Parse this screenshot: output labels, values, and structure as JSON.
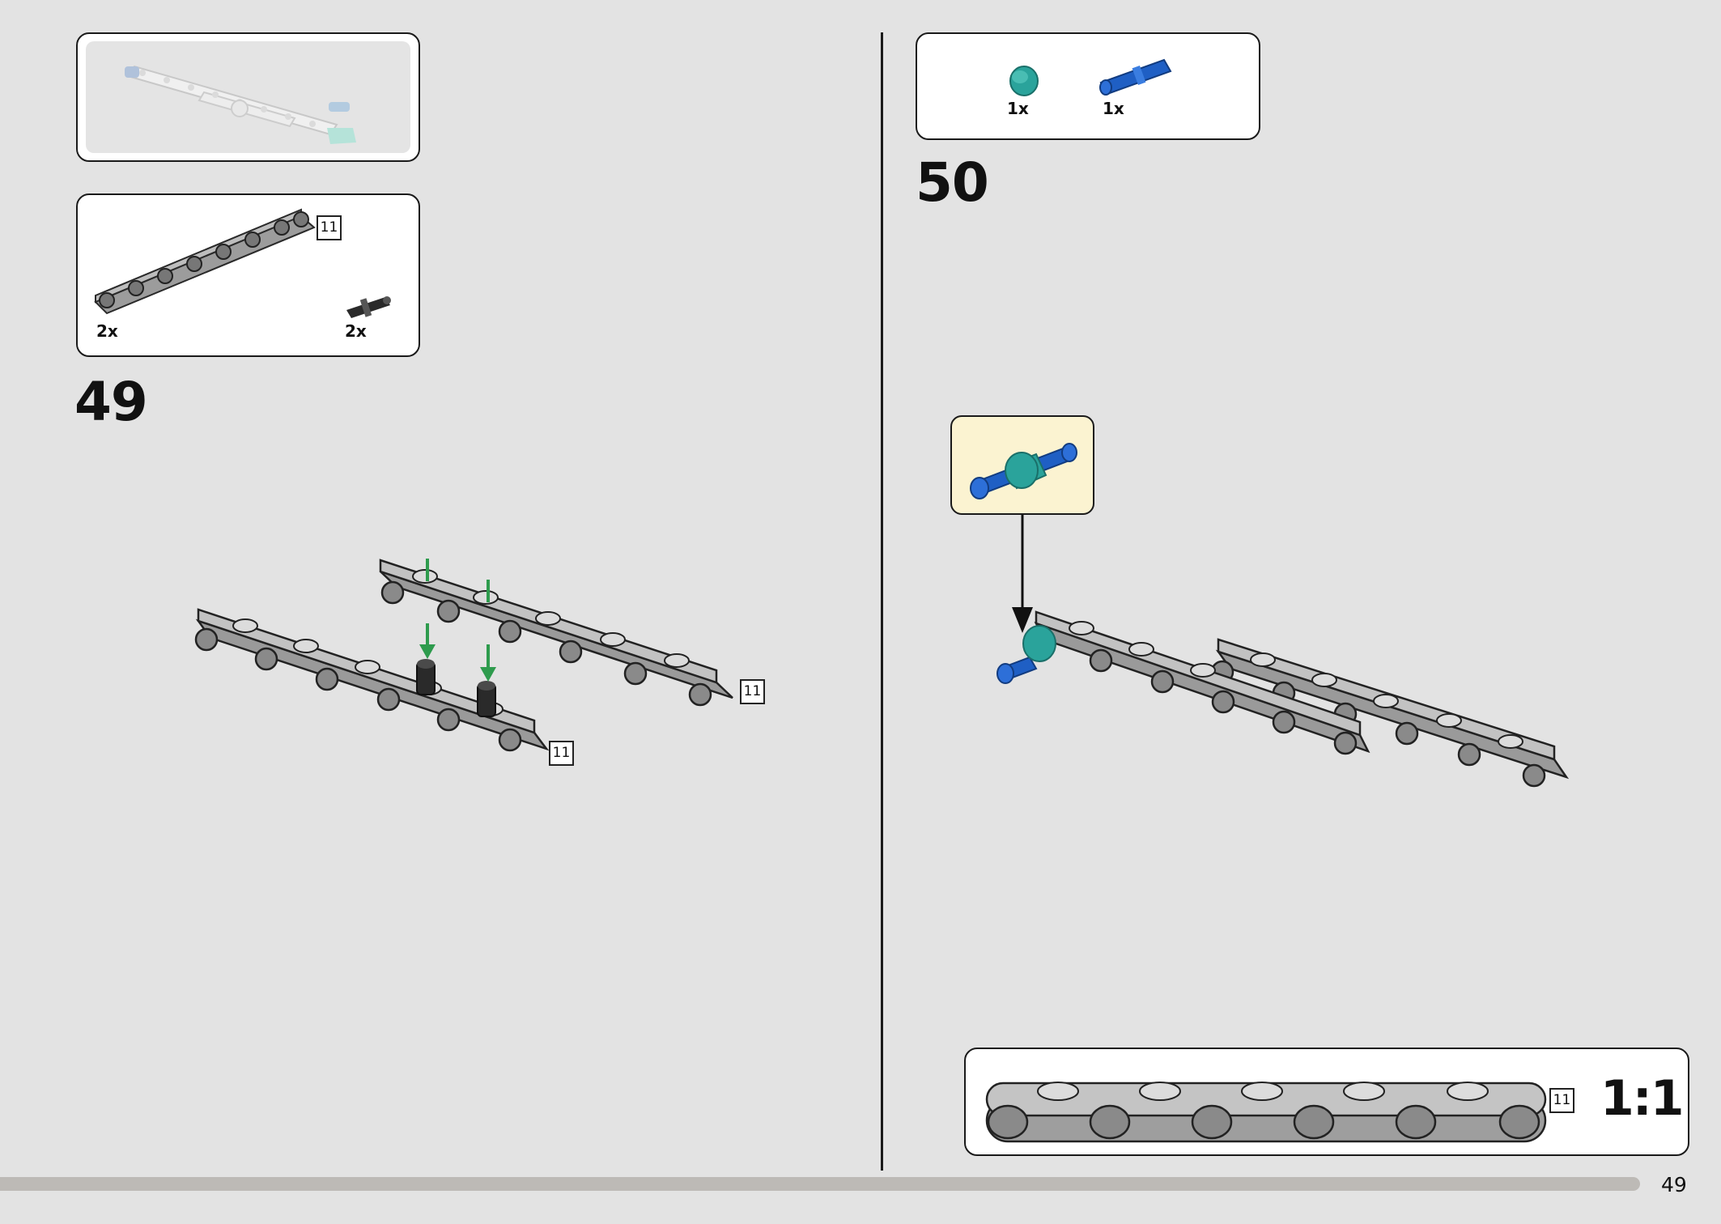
{
  "left_page": {
    "preview_label": "",
    "parts_list": [
      {
        "qty": "2x",
        "length_label": "11",
        "part": "beam-11"
      },
      {
        "qty": "2x",
        "part": "friction-pin-black"
      }
    ],
    "step_number": "49",
    "callout_labels": [
      "11",
      "11"
    ]
  },
  "right_page": {
    "parts_list": [
      {
        "qty": "1x",
        "part": "bush-teal"
      },
      {
        "qty": "1x",
        "part": "axle-pin-blue"
      }
    ],
    "step_number": "50",
    "scale_box": {
      "length_label": "11",
      "scale_label": "1:1"
    }
  },
  "footer": {
    "page_number": "49",
    "progress": 0.95
  },
  "colors": {
    "background": "#e3e3e3",
    "beam_gray": "#a0a0a0",
    "pin_black": "#2a2a2a",
    "pin_blue": "#1f5fc4",
    "bush_teal": "#2aa39b",
    "arrow_green": "#2e9b4d",
    "callout_bg": "#fbf3d1"
  }
}
